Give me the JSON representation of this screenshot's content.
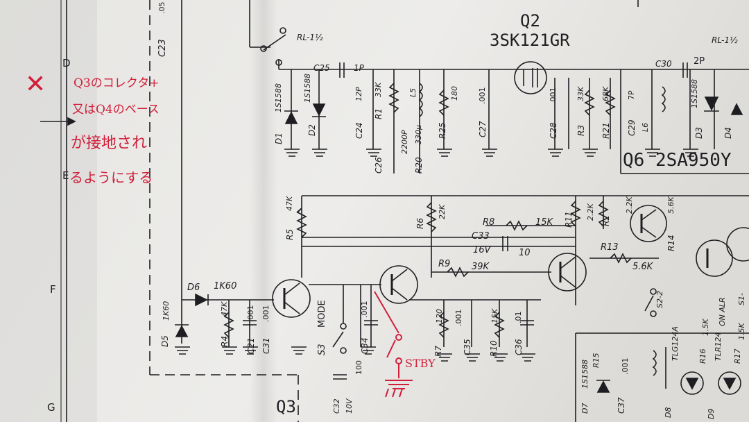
{
  "photo": {
    "colors": {
      "paper": "#eceae6",
      "ink": "#1e1e22",
      "red_ink": "#d11f3a",
      "shadow": "#c6c4bf"
    }
  },
  "row_markers": [
    "D",
    "E",
    "F",
    "G"
  ],
  "transistors": {
    "q2_ref": "Q2",
    "q2_part": "3SK121GR",
    "q6_part": "Q6 2SA950Y",
    "q3_ref": "Q3"
  },
  "relay_labels": {
    "left": "RL-1½",
    "right": "RL-1½"
  },
  "capacitors": {
    "c23": "C23",
    "c23_val": ".05",
    "c25": "C25",
    "c25_val": "1P",
    "c30": "C30",
    "c30_val": "2P",
    "c24": "C24",
    "c24_val": "12P",
    "c26": "C26",
    "c27": "C27",
    "c27_val": ".001",
    "c28": "C28",
    "c28_val": ".001",
    "c29": "C29",
    "c29_val": "7P",
    "c33": "C33",
    "c33_v": "16V",
    "c33_val": "10",
    "c21": "C21",
    "c21_val": ".001",
    "c31": "C31",
    "c31_val": ".001",
    "c32": "C32",
    "c32_v": "10V",
    "c32_val": "100",
    "c34": "C34",
    "c34_val": ".001",
    "c35": "C35",
    "c35_val": ".001",
    "c36": "C36",
    "c36_val": ".01",
    "c37": "C37",
    "c37_val": ".001"
  },
  "resistors": {
    "r1": "R1",
    "r1_val": "33K",
    "r2": "R2",
    "r2_val": "2.2K",
    "r3": "R3",
    "r3_val": "33K",
    "r4": "R4",
    "r4_val": "47K",
    "r5": "R5",
    "r5_val": "47K",
    "r6": "R6",
    "r6_val": "22K",
    "r7": "R7",
    "r7_val": "120",
    "r8": "R8",
    "r8_val": "15K",
    "r9": "R9",
    "r9_val": "39K",
    "r10": "R10",
    "r10_val": "15K",
    "r11": "R11",
    "r11_val": "2.2K",
    "r13": "R13",
    "r13_val": "5.6K",
    "r14": "R14",
    "r14_val": "5.6K",
    "r15": "R15",
    "r16": "R16",
    "r16_val": "1.5K",
    "r17": "R17",
    "r17_val": "1.5K",
    "r20": "R20",
    "r21": "R21",
    "r21_val": "68K",
    "r25": "R25",
    "r25_val": "180"
  },
  "diodes": {
    "d1": "D1",
    "d1_part": "1S1588",
    "d2": "D2",
    "d2_part": "1S1588",
    "d3": "D3",
    "d3_part": "1S1588",
    "d4": "D4",
    "d5": "D5",
    "d5_part": "1K60",
    "d6": "D6",
    "d6_part": "1K60",
    "d7": "D7",
    "d7_part": "1S1588",
    "d8": "D8",
    "d8_part": "TLG124A",
    "d9": "D9",
    "d9_part": "TLR124"
  },
  "coils": {
    "l5": "L5",
    "l6": "L6",
    "l5_val": "330μ",
    "l5_val2": "2200P"
  },
  "switches": {
    "s3": "S3",
    "s3_label": "MODE",
    "s2": "S2-2",
    "s1": "S1-",
    "on_alr": "ON ALR"
  },
  "handwritten": {
    "mark": "✕",
    "line1": "Q3のコレクタ+",
    "line2": "又はQ4のベース",
    "line3": "が接地され",
    "line4": "るようにする",
    "stby": "STBY"
  }
}
